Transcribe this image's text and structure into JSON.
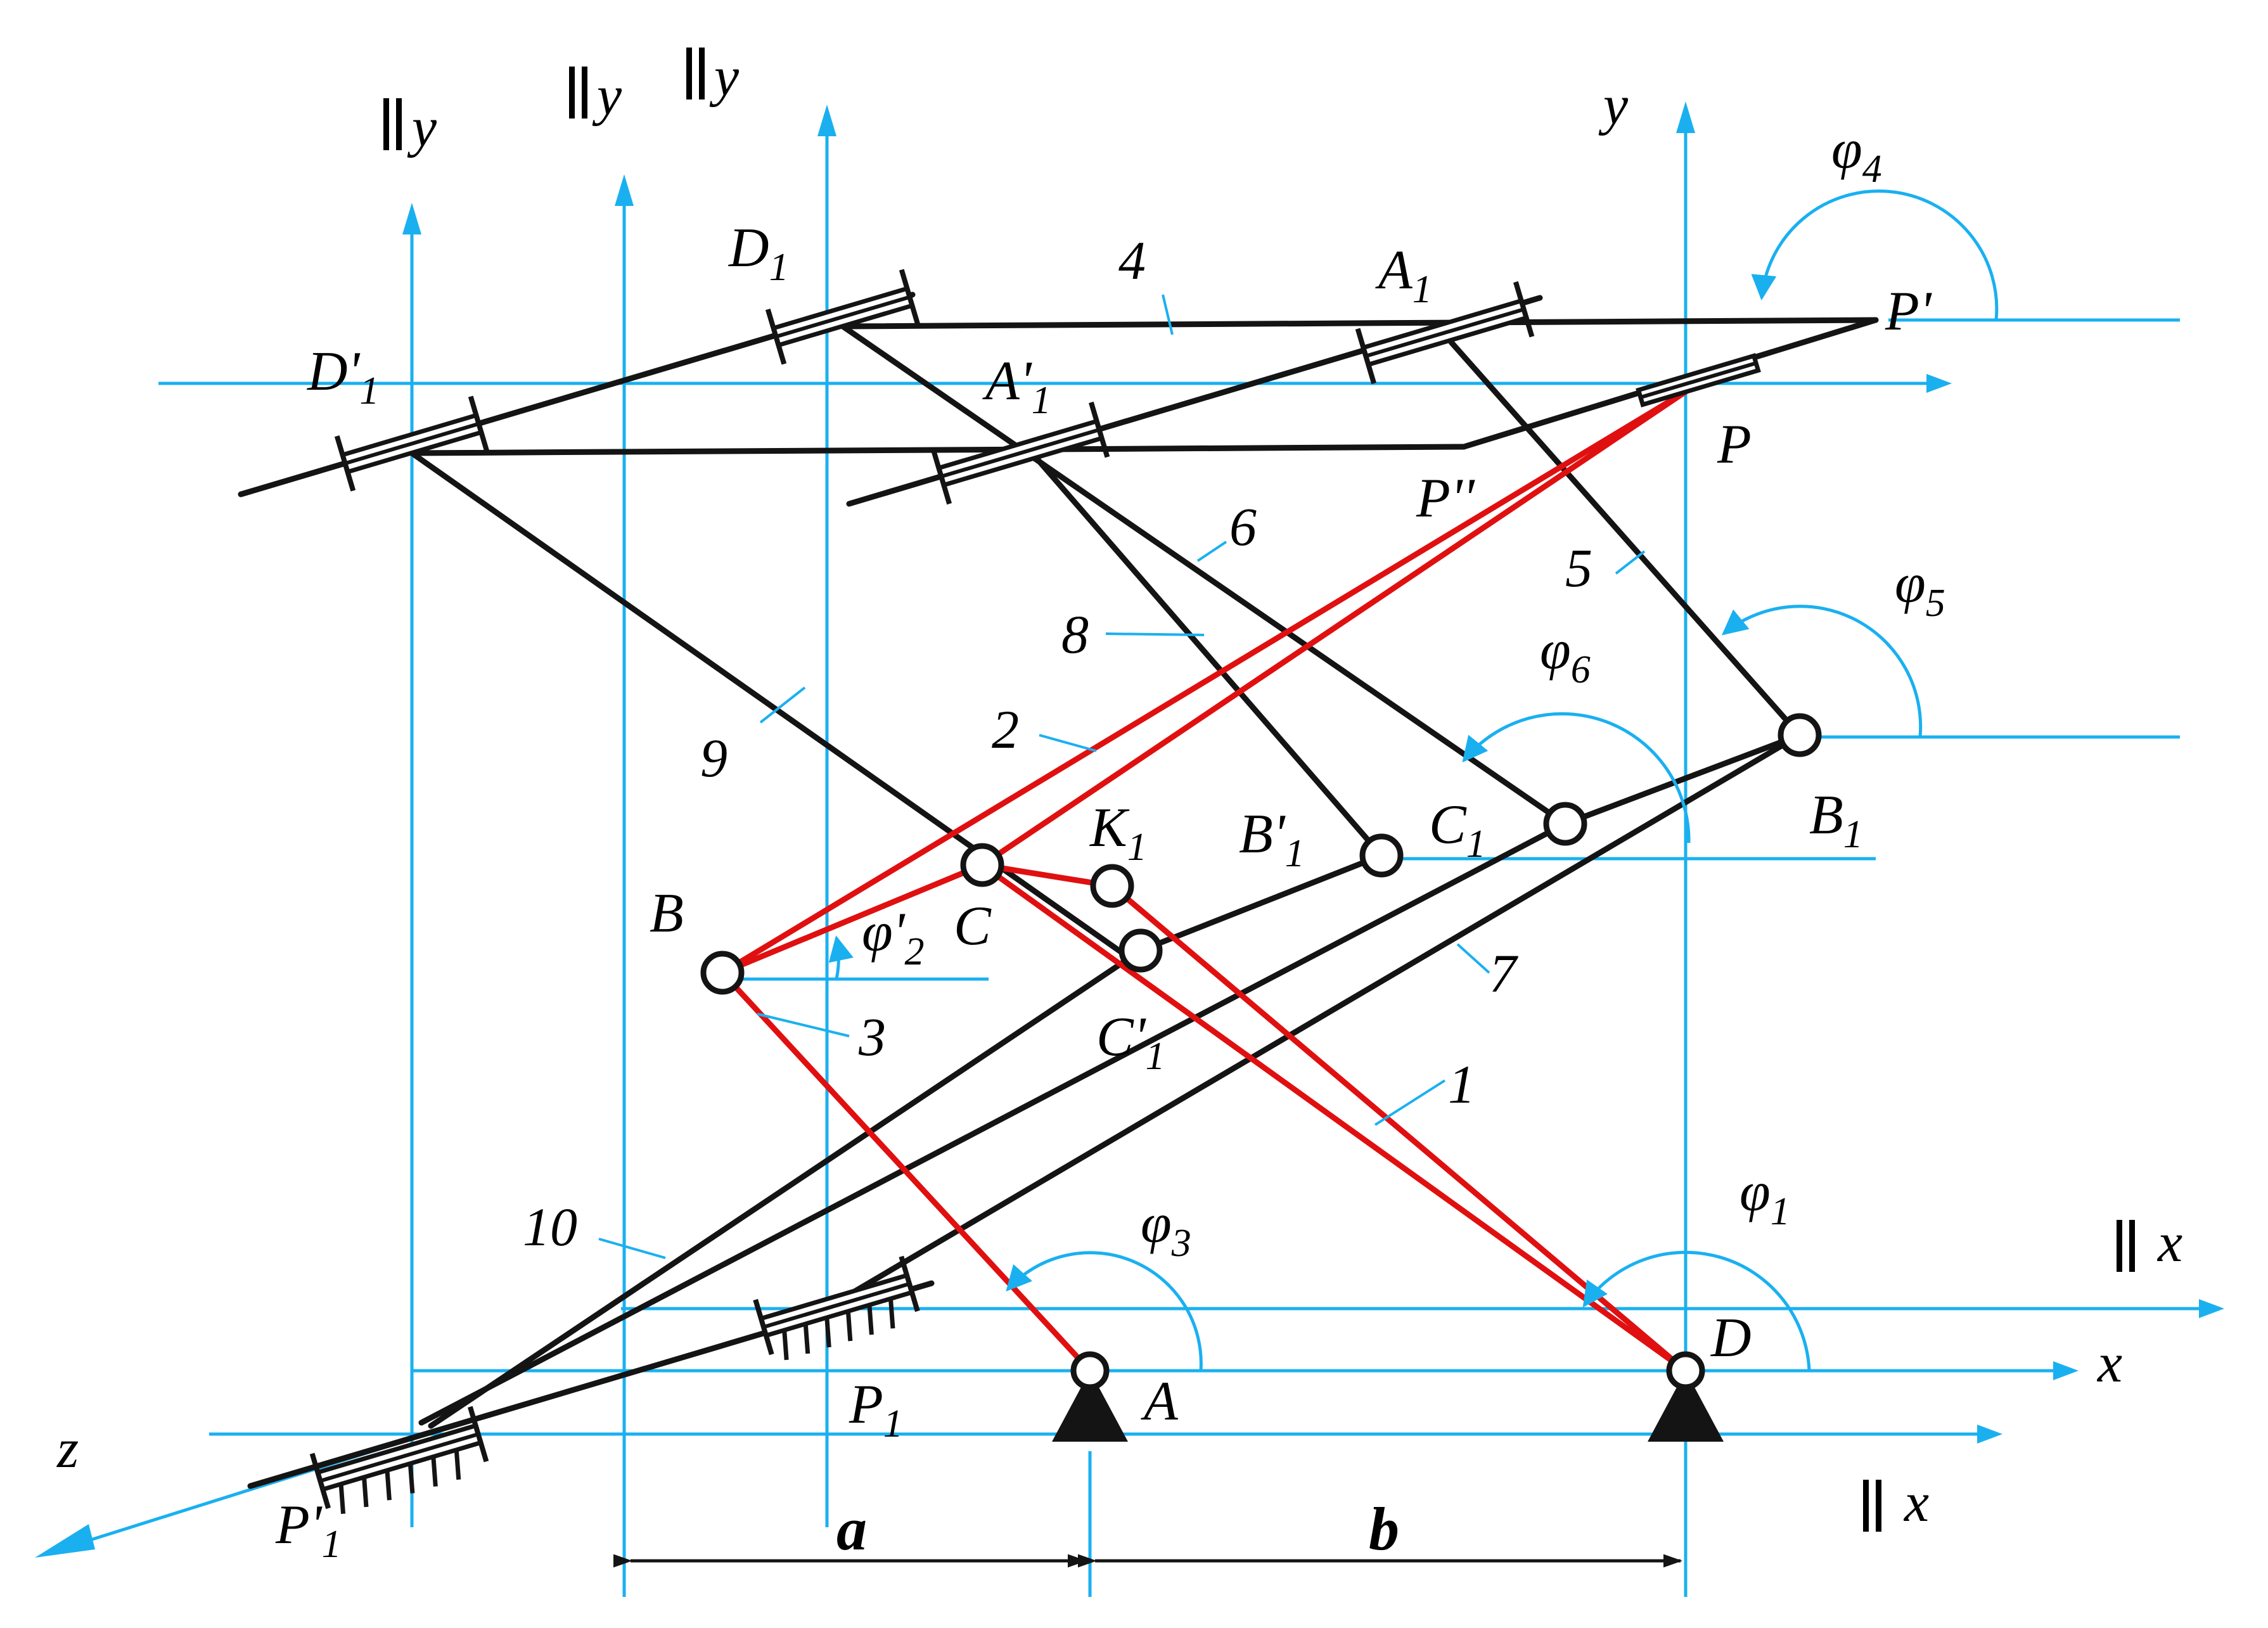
{
  "colors": {
    "axis": "#1ab0f0",
    "link": "#141414",
    "red_link": "#e01010",
    "background": "#ffffff"
  },
  "labels": {
    "y_main": "y",
    "x_main": "x",
    "z_axis": "z",
    "par_y": "y",
    "par_x": "x",
    "point_P": "P",
    "point_P_prime": "P'",
    "point_P_dprime": "P''",
    "point_A": "A",
    "point_B": "B",
    "point_C": "C",
    "point_D": "D",
    "point_D1": "D",
    "point_D1_prime": "D'",
    "point_A1": "A",
    "point_A1_prime": "A'",
    "point_B1": "B",
    "point_B1_prime": "B'",
    "point_C1": "C",
    "point_C1_prime": "C'",
    "point_K1": "K",
    "point_P1": "P",
    "point_P1_prime": "P'",
    "subscript_1": "1",
    "phi": "φ",
    "phi_prime": "φ'",
    "phi_1_sub": "1",
    "phi_2_sub": "2",
    "phi_3_sub": "3",
    "phi_4_sub": "4",
    "phi_5_sub": "5",
    "phi_6_sub": "6",
    "dim_a": "a",
    "dim_b": "b"
  },
  "link_numbers": {
    "n1": "1",
    "n2": "2",
    "n3": "3",
    "n4": "4",
    "n5": "5",
    "n6": "6",
    "n7": "7",
    "n8": "8",
    "n9": "9",
    "n10": "10"
  }
}
